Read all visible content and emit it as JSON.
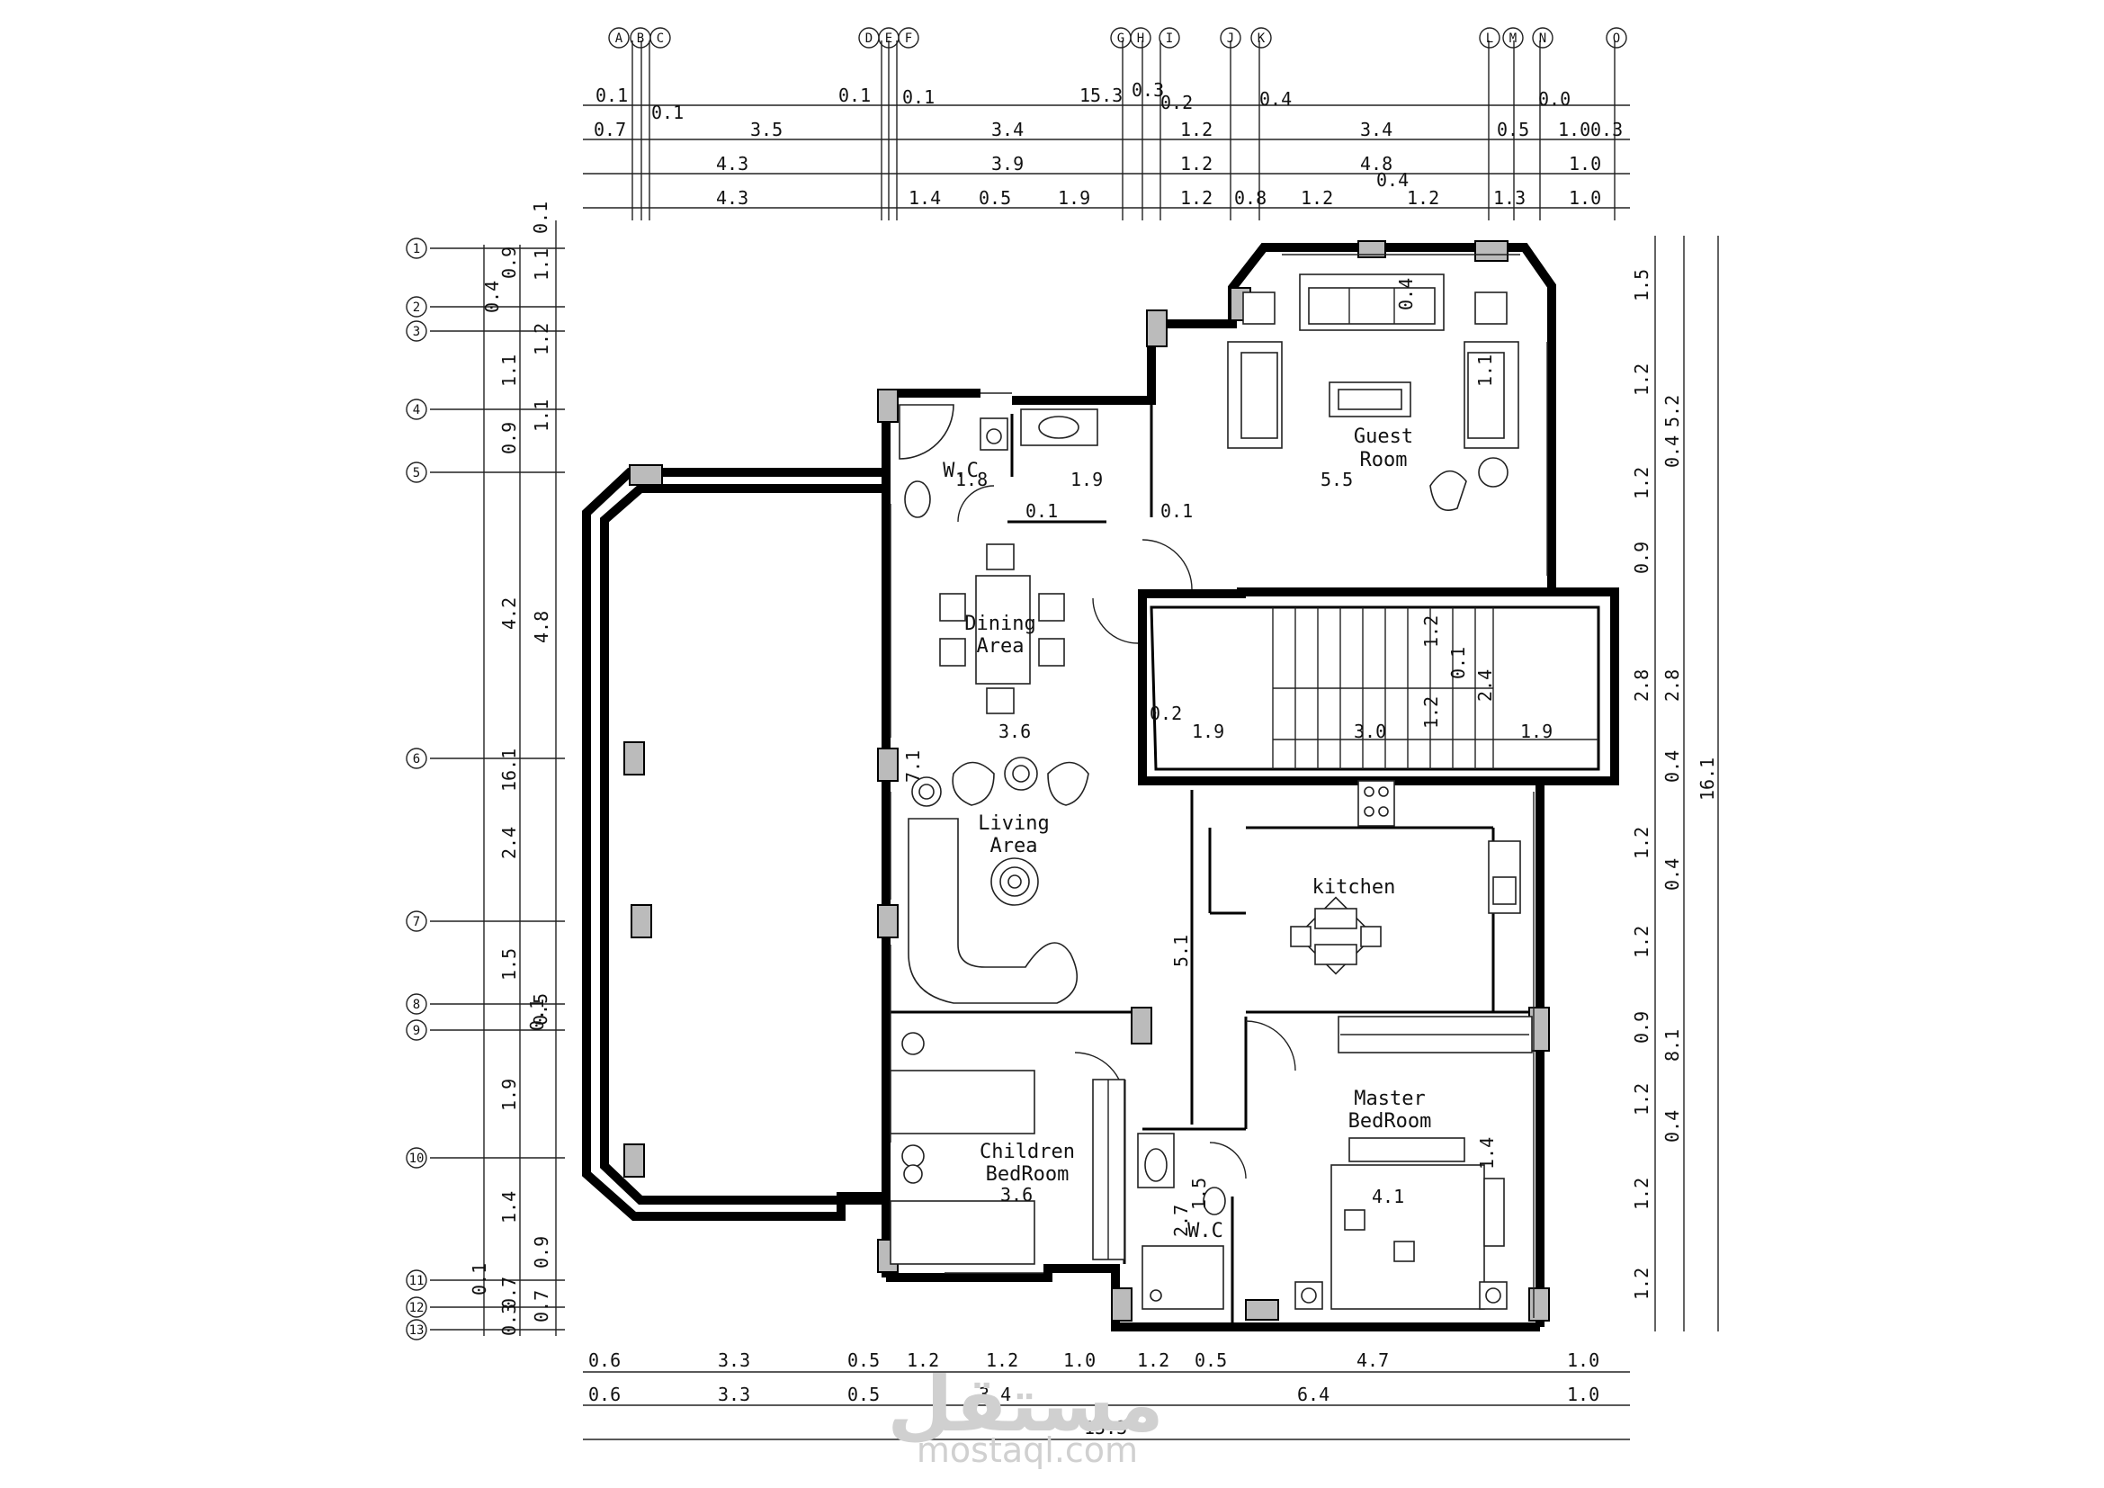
{
  "top_dims": {
    "grid_labels": [
      "A",
      "B",
      "C",
      "D",
      "E",
      "F",
      "G",
      "H",
      "I",
      "J",
      "K",
      "L",
      "M",
      "N",
      "O"
    ],
    "row1": [
      "0.1",
      "0.1",
      "0.1",
      "0.1",
      "15.3",
      "0.3",
      "0.2",
      "0.4",
      "0.0"
    ],
    "row2": [
      "0.7",
      "3.5",
      "3.4",
      "1.2",
      "3.4",
      "0.5",
      "1.0",
      "0.3"
    ],
    "row3": [
      "4.3",
      "3.9",
      "1.2",
      "4.8",
      "1.0"
    ],
    "row4": [
      "4.3",
      "1.4",
      "0.5",
      "1.9",
      "1.2",
      "0.8",
      "1.2",
      "0.4",
      "1.2",
      "1.3",
      "1.0"
    ]
  },
  "left_dims": {
    "grid_labels": [
      "1",
      "2",
      "3",
      "4",
      "5",
      "6",
      "7",
      "8",
      "9",
      "10",
      "11",
      "12",
      "13"
    ],
    "col_a": [
      "0.1",
      "0.4",
      "1.1",
      "0.9",
      "4.2",
      "2.4",
      "1.5",
      "0.5",
      "1.9",
      "1.4",
      "0.1",
      "0.3"
    ],
    "col_b": [
      "0.9",
      "1.2",
      "1.1",
      "4.8",
      "0.1",
      "0.9",
      "0.7",
      "0.7"
    ],
    "col_c": [
      "1.1",
      "16.1"
    ]
  },
  "right_dims": {
    "col_a": [
      "1.5",
      "1.2",
      "1.2",
      "0.9",
      "2.8",
      "1.2",
      "1.2",
      "0.9",
      "1.2",
      "1.2",
      "1.2"
    ],
    "col_b": [
      "0.4",
      "0.4",
      "0.4",
      "0.4"
    ],
    "col_c": [
      "5.2",
      "2.8",
      "8.1"
    ],
    "col_d": [
      "16.1"
    ]
  },
  "bottom_dims": {
    "row1": [
      "0.6",
      "3.3",
      "0.5",
      "1.2",
      "1.2",
      "1.0",
      "1.2",
      "0.5",
      "4.7",
      "1.0"
    ],
    "row2": [
      "0.6",
      "3.3",
      "0.5",
      "3.4",
      "6.4",
      "1.0"
    ],
    "total": "15.3"
  },
  "interior_dims": [
    "0.4",
    "1.1",
    "1.8",
    "1.9",
    "5.5",
    "0.1",
    "0.1",
    "3.6",
    "0.2",
    "1.9",
    "3.0",
    "1.9",
    "1.2",
    "0.1",
    "1.2",
    "2.4",
    "7.1",
    "5.1",
    "3.6",
    "4.1",
    "2.7",
    "1.5",
    "1.4"
  ],
  "rooms": {
    "guest": [
      "Guest",
      "Room"
    ],
    "wc_top": "W.C",
    "dining": [
      "Dining",
      "Area"
    ],
    "living": [
      "Living",
      "Area"
    ],
    "kitchen": "kitchen",
    "master": [
      "Master",
      "BedRoom"
    ],
    "children": [
      "Children",
      "BedRoom"
    ],
    "wc_bottom": "W.C"
  },
  "watermark": {
    "logo_text": "مستقل",
    "url": "mostaql.com"
  }
}
